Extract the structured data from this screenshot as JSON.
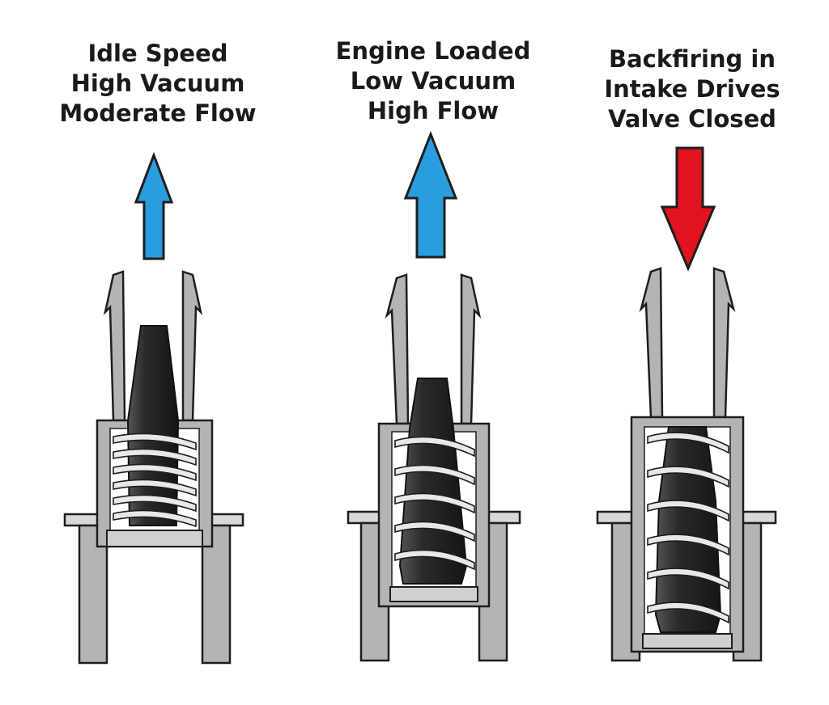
{
  "panels": [
    {
      "lines": [
        "Idle Speed",
        "High Vacuum",
        "Moderate Flow"
      ],
      "arrow": "up",
      "arrow_color": "#2a9de0"
    },
    {
      "lines": [
        "Engine Loaded",
        "Low Vacuum",
        "High Flow"
      ],
      "arrow": "up",
      "arrow_color": "#2a9de0"
    },
    {
      "lines": [
        "Backfiring in",
        "Intake Drives",
        "Valve Closed"
      ],
      "arrow": "down",
      "arrow_color": "#e0141e"
    }
  ],
  "colors": {
    "body_gray": "#b4b4b4",
    "outline": "#1e1e1e",
    "plunger": "#2c2c2c",
    "spring": "#e8e8e8"
  }
}
